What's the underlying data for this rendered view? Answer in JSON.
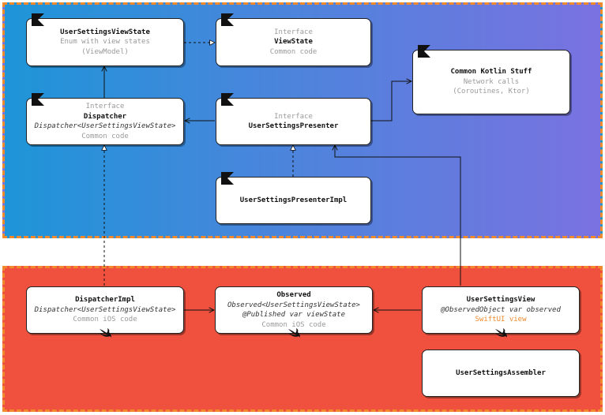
{
  "regions": {
    "shared": {
      "color": "#1e95d8"
    },
    "ios": {
      "color": "#f0513e"
    },
    "border_color": "#f08a2c"
  },
  "nodes": {
    "user_settings_view_state": {
      "title": "UserSettingsViewState",
      "line2": "Enum with view states",
      "line3": "(ViewModel)",
      "icon": "kotlin-icon"
    },
    "view_state": {
      "stereotype": "Interface",
      "title": "ViewState",
      "line3": "Common code",
      "icon": "kotlin-icon"
    },
    "common_kotlin": {
      "title": "Common Kotlin Stuff",
      "line2": "Network calls",
      "line3": "(Coroutines, Ktor)",
      "icon": "kotlin-icon"
    },
    "dispatcher": {
      "stereotype": "Interface",
      "title": "Dispatcher",
      "generic": "Dispatcher<UserSettingsViewState>",
      "line4": "Common code",
      "icon": "kotlin-icon"
    },
    "presenter": {
      "stereotype": "Interface",
      "title": "UserSettingsPresenter",
      "icon": "kotlin-icon"
    },
    "presenter_impl": {
      "title": "UserSettingsPresenterImpl",
      "icon": "kotlin-icon"
    },
    "dispatcher_impl": {
      "title": "DispatcherImpl",
      "generic": "Dispatcher<UserSettingsViewState>",
      "line3": "Common iOS code",
      "icon": "swift-icon"
    },
    "observed": {
      "title": "Observed",
      "generic": "Observed<UserSettingsViewState>",
      "line3": "@Published var viewState",
      "line4": "Common iOS code",
      "icon": "swift-icon"
    },
    "user_settings_view": {
      "title": "UserSettingsView",
      "line2": "@ObservedObject var observed",
      "line3": "SwiftUI view",
      "icon": "swift-icon",
      "accent": "#f08a2c"
    },
    "assembler": {
      "title": "UserSettingsAssembler"
    }
  }
}
